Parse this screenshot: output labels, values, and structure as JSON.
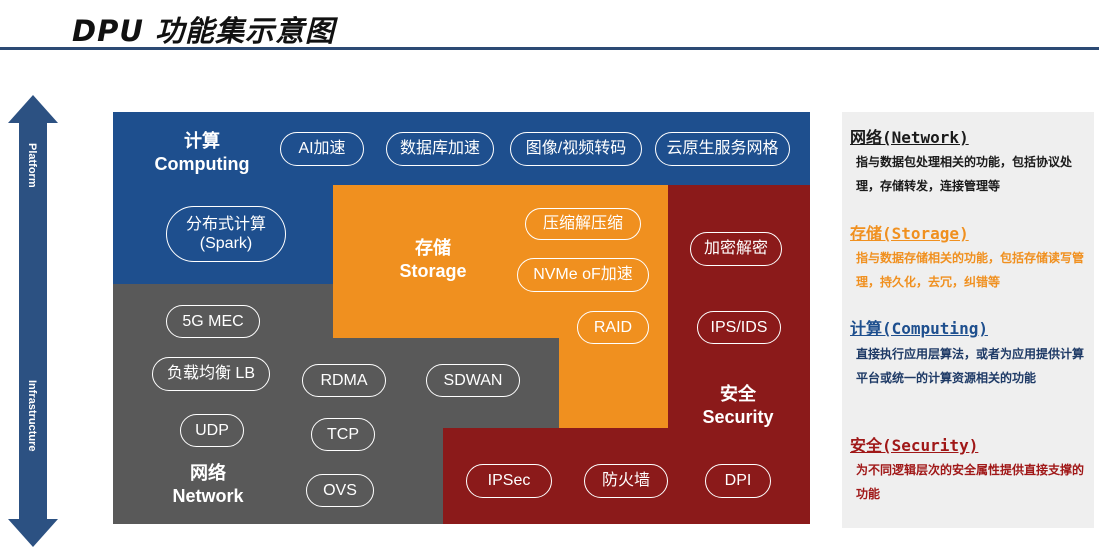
{
  "title": "DPU 功能集示意图",
  "axis": {
    "top_label": "Platform",
    "bottom_label": "Infrastructure"
  },
  "regions": {
    "computing": {
      "zh": "计算",
      "en": "Computing"
    },
    "storage": {
      "zh": "存储",
      "en": "Storage"
    },
    "security": {
      "zh": "安全",
      "en": "Security"
    },
    "network": {
      "zh": "网络",
      "en": "Network"
    }
  },
  "pills": {
    "ai": "AI加速",
    "db": "数据库加速",
    "transcode": "图像/视频转码",
    "cloudnative": "云原生服务网格",
    "spark_zh": "分布式计算",
    "spark_en": "(Spark)",
    "compress": "压缩解压缩",
    "nvmeof": "NVMe oF加速",
    "raid": "RAID",
    "crypto": "加密解密",
    "ipsids": "IPS/IDS",
    "mec": "5G MEC",
    "lb": "负载均衡 LB",
    "rdma": "RDMA",
    "sdwan": "SDWAN",
    "udp": "UDP",
    "tcp": "TCP",
    "ovs": "OVS",
    "ipsec": "IPSec",
    "firewall": "防火墙",
    "dpi": "DPI"
  },
  "legend": [
    {
      "heading": "网络(Network)",
      "desc": "指与数据包处理相关的功能，包括协议处理，存储转发，连接管理等",
      "color": "#1a1a1a",
      "desc_color": "#1a1a1a"
    },
    {
      "heading": "存储(Storage)",
      "desc": "指与数据存储相关的功能，包括存储读写管理，持久化，去冗，纠错等",
      "color": "#f0901f",
      "desc_color": "#f0901f"
    },
    {
      "heading": "计算(Computing)",
      "desc": "直接执行应用层算法，或者为应用提供计算平台或统一的计算资源相关的功能",
      "color": "#1e4f8e",
      "desc_color": "#1e3a66"
    },
    {
      "heading": "安全(Security)",
      "desc": "为不同逻辑层次的安全属性提供直接支撑的功能",
      "color": "#a01818",
      "desc_color": "#a01818"
    }
  ]
}
